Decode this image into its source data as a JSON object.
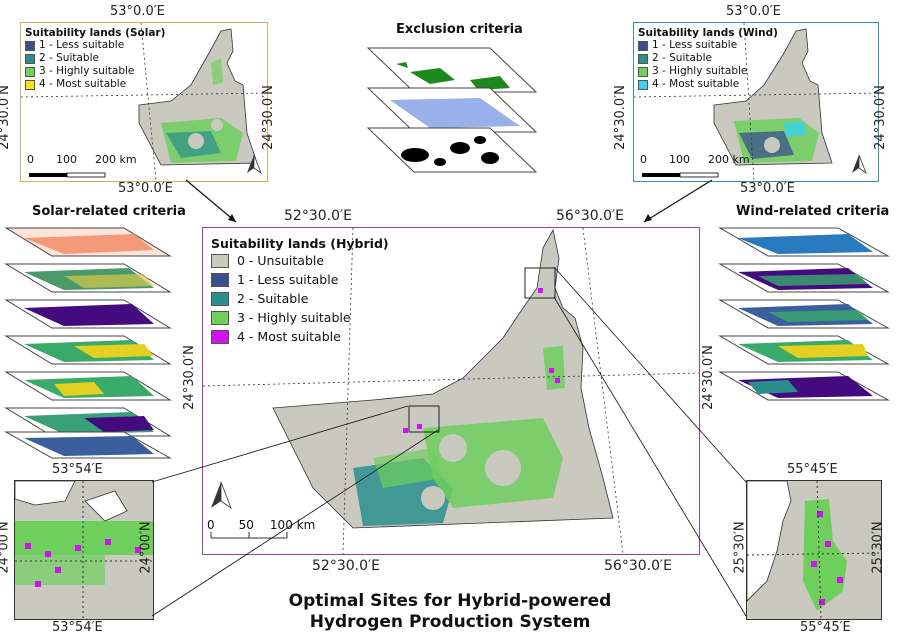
{
  "legend_solar": {
    "title": "Suitability lands (Solar)",
    "items": [
      {
        "label": "1 - Less suitable",
        "color": "#3b4f8c"
      },
      {
        "label": "2 - Suitable",
        "color": "#2a8f8c"
      },
      {
        "label": "3 - Highly suitable",
        "color": "#6fcf5d"
      },
      {
        "label": "4 - Most suitable",
        "color": "#f4e31a"
      }
    ]
  },
  "legend_wind": {
    "title": "Suitability lands (Wind)",
    "items": [
      {
        "label": "1 - Less suitable",
        "color": "#3b4f8c"
      },
      {
        "label": "2 - Suitable",
        "color": "#2a8f8c"
      },
      {
        "label": "3 - Highly suitable",
        "color": "#6fcf5d"
      },
      {
        "label": "4 - Most suitable",
        "color": "#38d3f0"
      }
    ]
  },
  "legend_hybrid": {
    "title": "Suitability lands (Hybrid)",
    "items": [
      {
        "label": "0 - Unsuitable",
        "color": "#c9c9c0"
      },
      {
        "label": "1 - Less suitable",
        "color": "#3b4f8c"
      },
      {
        "label": "2 - Suitable",
        "color": "#2a8f8c"
      },
      {
        "label": "3 - Highly suitable",
        "color": "#6fcf5d"
      },
      {
        "label": "4 - Most suitable",
        "color": "#d010f0"
      }
    ]
  },
  "sections": {
    "exclusion": "Exclusion criteria",
    "solar_related": "Solar-related criteria",
    "wind_related": "Wind-related criteria"
  },
  "coords": {
    "solar_top": "53°0.0′E",
    "solar_bottom": "53°0.0′E",
    "solar_left": "24°30.0′N",
    "solar_right": "24°30.0′N",
    "wind_top": "53°0.0′E",
    "wind_bottom": "53°0.0′E",
    "wind_left": "24°30.0′N",
    "wind_right": "24°30.0′N",
    "main_top_left": "52°30.0′E",
    "main_top_right": "56°30.0′E",
    "main_bottom_left": "52°30.0′E",
    "main_bottom_right": "56°30.0′E",
    "main_left": "24°30.0′N",
    "main_right": "24°30.0′N",
    "zoomL_top": "53°54′E",
    "zoomL_bottom": "53°54′E",
    "zoomL_left": "24°00′N",
    "zoomL_right": "24°00′N",
    "zoomR_top": "55°45′E",
    "zoomR_bottom": "55°45′E",
    "zoomR_left": "25°30′N",
    "zoomR_right": "25°30′N"
  },
  "scalebars": {
    "small": {
      "l0": "0",
      "l1": "100",
      "l2": "200 km"
    },
    "main": {
      "l0": "0",
      "l1": "50",
      "l2": "100 km"
    }
  },
  "title_line1": "Optimal Sites for Hybrid-powered",
  "title_line2": "Hydrogen Production System",
  "icons": [
    "north-arrow-icon"
  ]
}
